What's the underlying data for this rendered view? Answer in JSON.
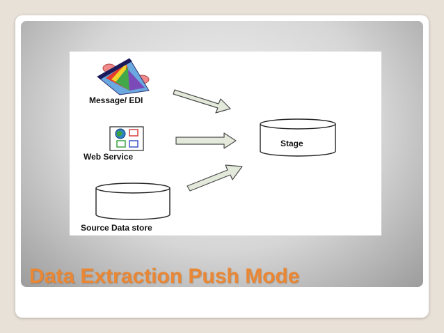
{
  "slide": {
    "title": "Data Extraction Push Mode"
  },
  "diagram": {
    "sources": [
      {
        "label": "Message/ EDI",
        "icon": "message-edi-icon"
      },
      {
        "label": "Web Service",
        "icon": "web-service-icon"
      },
      {
        "label": "Source Data store",
        "icon": "database-cylinder-icon"
      }
    ],
    "target": {
      "label": "Stage",
      "icon": "database-cylinder-icon"
    }
  },
  "colors": {
    "title": "#e98735",
    "arrow_fill": "#e4eadb",
    "arrow_stroke": "#4a4a4a"
  }
}
